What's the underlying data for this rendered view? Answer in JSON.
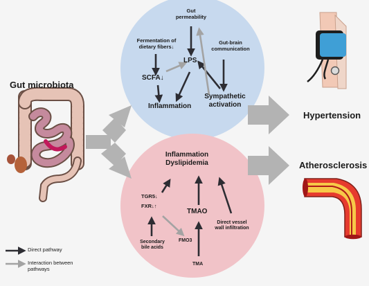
{
  "source": {
    "title": "Gut microbiota"
  },
  "outcomes": {
    "top": "Hypertension",
    "bottom": "Atherosclerosis"
  },
  "top_circle": {
    "gut_permeability": [
      "Gut",
      "permeability"
    ],
    "fermentation": [
      "Fermentation of",
      "dietary fibers↓"
    ],
    "gut_brain": [
      "Gut-brain",
      "communication"
    ],
    "lps": "LPS",
    "scfa": "SCFA↓",
    "inflammation": "Inflammation",
    "sympathetic": [
      "Sympathetic",
      "activation"
    ]
  },
  "bottom_circle": {
    "inflammation_dyslipidemia": [
      "Inflammation",
      "Dyslipidemia"
    ],
    "tgr5": "TGR5↓",
    "fxr": "FXR↓↑",
    "tmao": "TMAO",
    "direct_vessel": [
      "Direct vessel",
      "wall infiltration"
    ],
    "secondary_bile": [
      "Secondary",
      "bile acids"
    ],
    "fmo3": "FMO3",
    "tma": "TMA"
  },
  "legend": {
    "direct": "Direct pathway",
    "interaction": [
      "Interaction between",
      "pathways"
    ]
  },
  "colors": {
    "top_circle": "#c7d9ee",
    "bottom_circle": "#f1c3c8",
    "direct_arrow": "#2d2d33",
    "interaction_arrow": "#a3a3a3",
    "big_arrow": "#b3b3b3"
  }
}
